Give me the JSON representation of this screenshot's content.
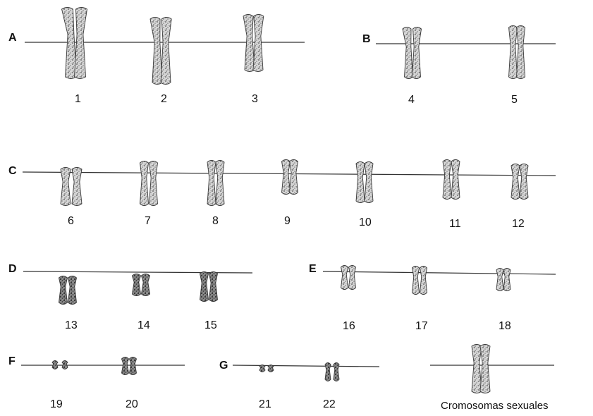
{
  "groups": [
    {
      "id": "A",
      "label": "A"
    },
    {
      "id": "B",
      "label": "B"
    },
    {
      "id": "C",
      "label": "C"
    },
    {
      "id": "D",
      "label": "D"
    },
    {
      "id": "E",
      "label": "E"
    },
    {
      "id": "F",
      "label": "F"
    },
    {
      "id": "G",
      "label": "G"
    }
  ],
  "chromosome_numbers": [
    "1",
    "2",
    "3",
    "4",
    "5",
    "6",
    "7",
    "8",
    "9",
    "10",
    "11",
    "12",
    "13",
    "14",
    "15",
    "16",
    "17",
    "18",
    "19",
    "20",
    "21",
    "22"
  ],
  "sex_chromosomes_label": "Cromosomas sexuales"
}
